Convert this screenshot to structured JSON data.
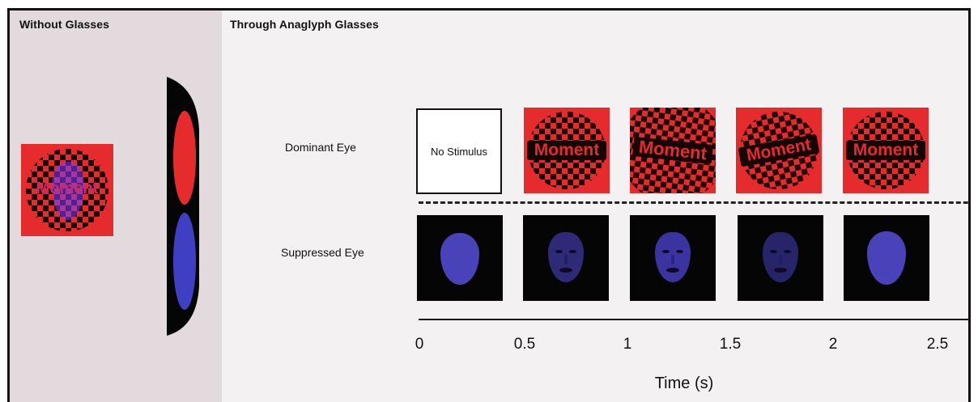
{
  "left_panel": {
    "title": "Without Glasses",
    "stimulus_word": "Moment"
  },
  "right_panel": {
    "title": "Through Anaglyph Glasses",
    "dominant_label": "Dominant Eye",
    "suppressed_label": "Suppressed Eye",
    "empty_panel_text": "No Stimulus",
    "stimulus_word": "Moment",
    "suppressed_frames": [
      "oval",
      "face",
      "face",
      "face",
      "oval"
    ]
  },
  "time_axis": {
    "ticks": [
      "0",
      "0.5",
      "1",
      "1.5",
      "2",
      "2.5"
    ],
    "title": "Time (s)"
  },
  "colors": {
    "red": "#e52b2b",
    "blue": "#4a42b8",
    "panel_dark": "#050505",
    "left_bg": "#e3dadd"
  }
}
